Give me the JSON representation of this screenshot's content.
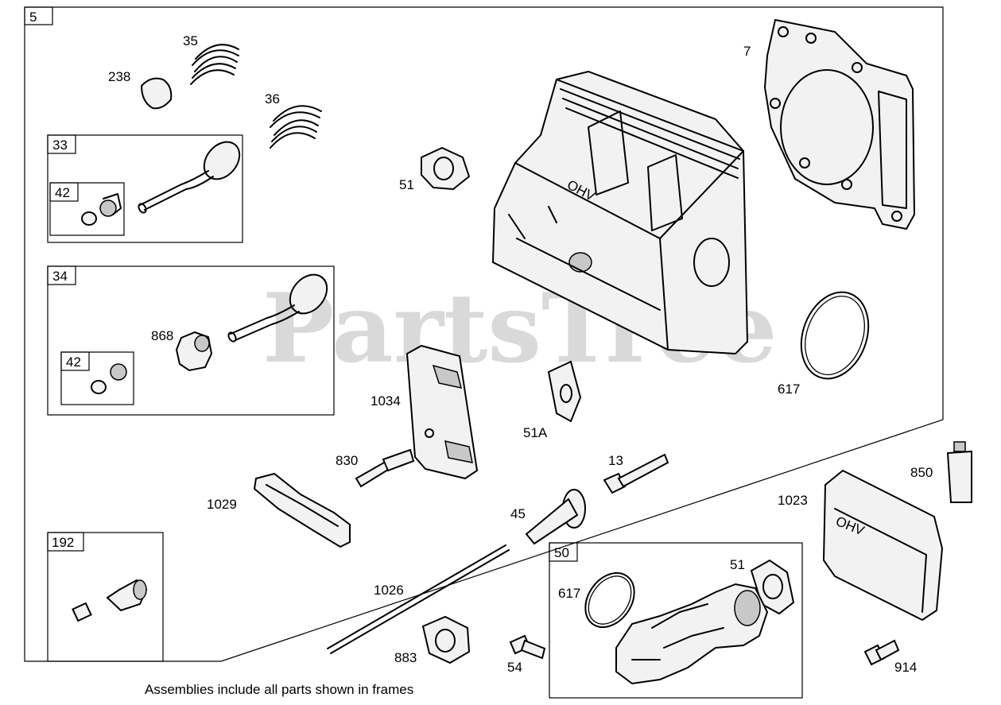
{
  "watermark": "PartsTree",
  "caption": "Assemblies include all parts shown in frames",
  "frames": {
    "main": "5",
    "f33": "33",
    "f34": "34",
    "f42a": "42",
    "f42b": "42",
    "f192": "192",
    "f50": "50"
  },
  "labels": {
    "p238": "238",
    "p35": "35",
    "p36": "36",
    "p7": "7",
    "p51": "51",
    "p868": "868",
    "p1034": "1034",
    "p51a": "51A",
    "p617": "617",
    "p830": "830",
    "p13": "13",
    "p1029": "1029",
    "p45": "45",
    "p1026": "1026",
    "p883": "883",
    "p54": "54",
    "p850": "850",
    "p1023": "1023",
    "p914": "914",
    "p617b": "617",
    "p51b": "51"
  },
  "stamps": {
    "head": "OHV",
    "cover": "OHV"
  }
}
